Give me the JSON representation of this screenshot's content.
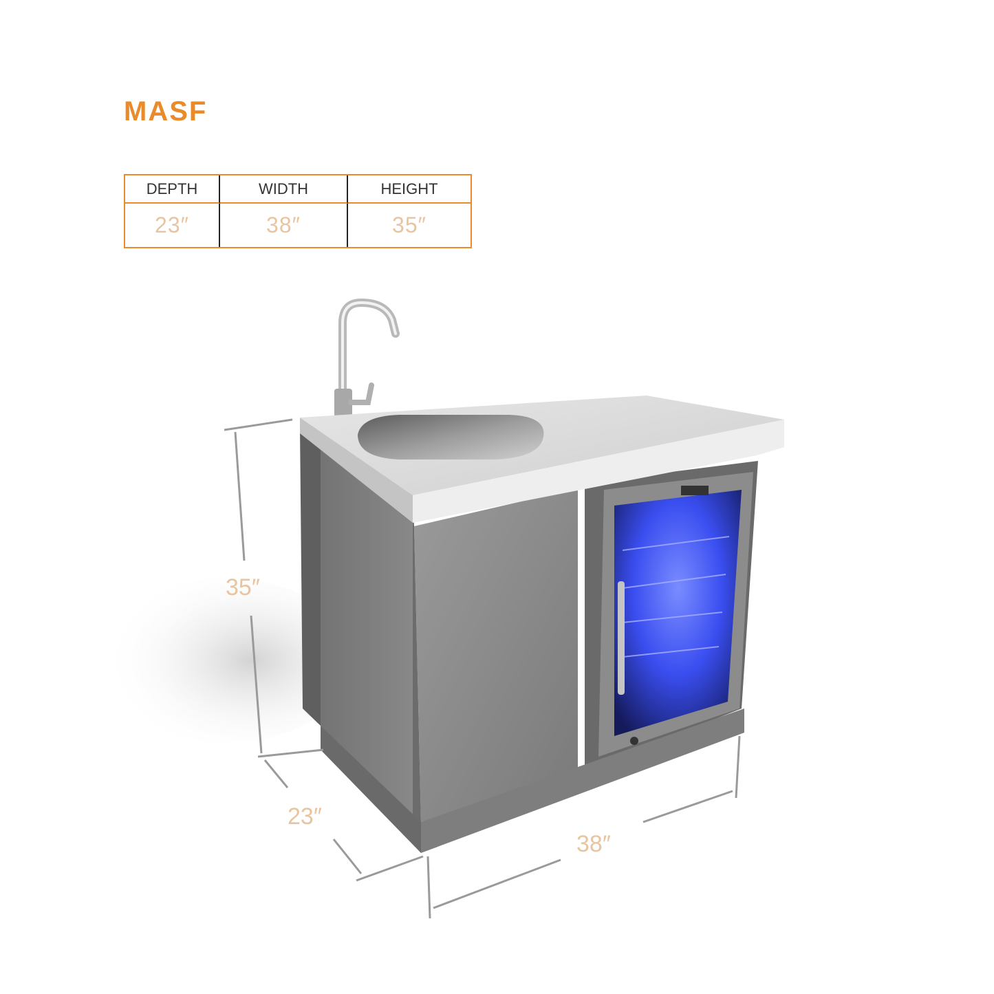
{
  "product": {
    "title": "MASF"
  },
  "specs": {
    "headers": [
      "DEPTH",
      "WIDTH",
      "HEIGHT"
    ],
    "values": [
      "23″",
      "38″",
      "35″"
    ]
  },
  "dimensions": {
    "height_label": "35″",
    "depth_label": "23″",
    "width_label": "38″"
  },
  "colors": {
    "accent": "#e98a2b",
    "value_text": "#e8c4a0",
    "dimension_line": "#9a9a9a",
    "cabinet": "#8e8e8e",
    "countertop": "#dcdcdc",
    "fridge_glow": "#3a4ef0"
  }
}
